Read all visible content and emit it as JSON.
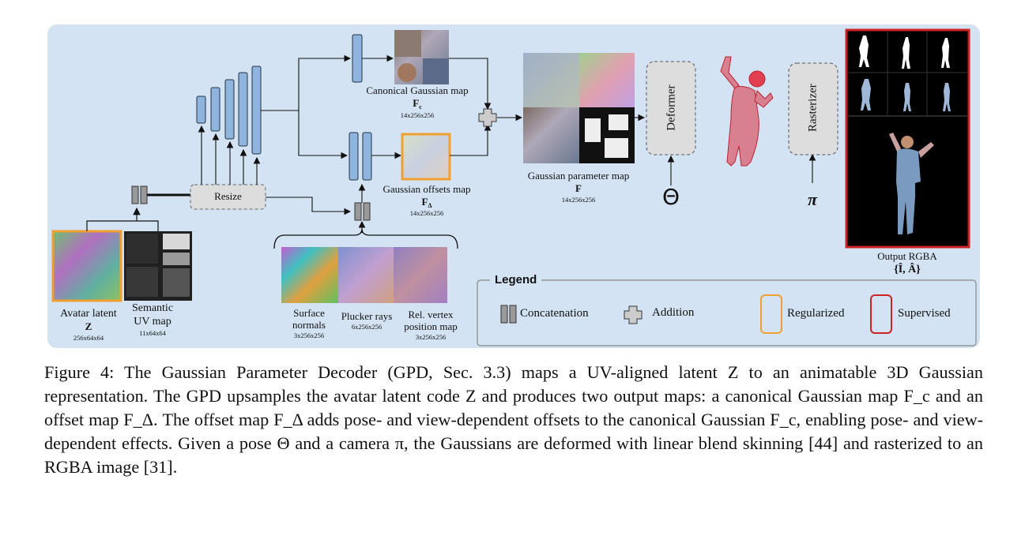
{
  "labels": {
    "resize": "Resize",
    "avatar_latent": "Avatar latent",
    "avatar_latent_symbol": "Z",
    "avatar_latent_dims": "256x64x64",
    "semantic_uv_line1": "Semantic",
    "semantic_uv_line2": "UV map",
    "semantic_uv_dims": "11x64x64",
    "canonical_map": "Canonical Gaussian map",
    "canonical_symbol": "F",
    "canonical_sub": "c",
    "canonical_dims": "14x256x256",
    "offsets_map": "Gaussian offsets map",
    "offsets_symbol": "F",
    "offsets_sub": "Δ",
    "offsets_dims": "14x256x256",
    "param_map": "Gaussian parameter map",
    "param_symbol": "F",
    "param_dims": "14x256x256",
    "deformer": "Deformer",
    "rasterizer": "Rasterizer",
    "theta": "Θ",
    "pi": "π",
    "output_rgba": "Output RGBA",
    "output_symbol": "{Î, Â}",
    "surface_normals_line1": "Surface",
    "surface_normals_line2": "normals",
    "surface_normals_dims": "3x256x256",
    "plucker_rays": "Plucker rays",
    "plucker_dims": "6x256x256",
    "rel_vertex_line1": "Rel. vertex",
    "rel_vertex_line2": "position map",
    "rel_vertex_dims": "3x256x256"
  },
  "legend": {
    "title": "Legend",
    "concatenation": "Concatenation",
    "addition": "Addition",
    "regularized": "Regularized",
    "supervised": "Supervised"
  },
  "colors": {
    "panel_background": "#d3e3f3",
    "block_fill": "#8fb4de",
    "regularized_border": "#f0a030",
    "supervised_border": "#cc2222"
  },
  "caption": "Figure 4: The Gaussian Parameter Decoder (GPD, Sec. 3.3) maps a UV-aligned latent Z to an animatable 3D Gaussian representation. The GPD upsamples the avatar latent code Z and produces two output maps: a canonical Gaussian map F_c and an offset map F_Δ. The offset map F_Δ adds pose- and view-dependent offsets to the canonical Gaussian F_c, enabling pose- and view-dependent effects. Given a pose Θ and a camera π, the Gaussians are deformed with linear blend skinning [44] and rasterized to an RGBA image [31]."
}
